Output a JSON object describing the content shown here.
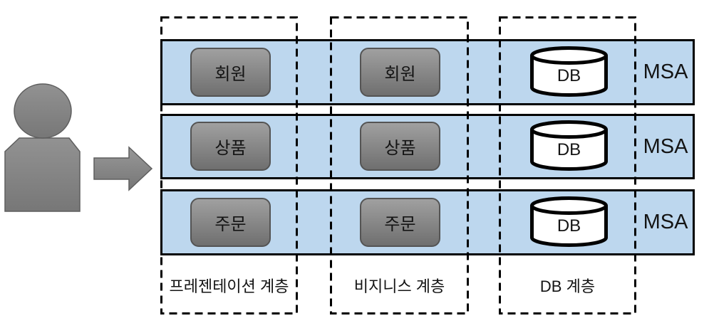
{
  "diagram": {
    "title": "MSA layered architecture diagram",
    "columns": [
      {
        "label": "프레젠테이션 계층"
      },
      {
        "label": "비지니스 계층"
      },
      {
        "label": "DB 계층"
      }
    ],
    "rows": [
      {
        "presentation": "회원",
        "business": "회원",
        "db": "DB",
        "msa": "MSA"
      },
      {
        "presentation": "상품",
        "business": "상품",
        "db": "DB",
        "msa": "MSA"
      },
      {
        "presentation": "주문",
        "business": "주문",
        "db": "DB",
        "msa": "MSA"
      }
    ],
    "icons": {
      "actor": "user-figure",
      "arrow": "right-block-arrow",
      "database": "db-cylinder"
    },
    "colors": {
      "band_fill": "#BDD7EE",
      "band_border": "#000000",
      "service_fill_top": "#A0A0A0",
      "service_fill_bottom": "#6F6F6F",
      "service_border": "#545454",
      "figure_fill": "#8A8A8A",
      "figure_border": "#5E5E5E",
      "cylinder_fill": "#FFFFFF",
      "cylinder_border": "#000000",
      "text": "#141414"
    }
  }
}
